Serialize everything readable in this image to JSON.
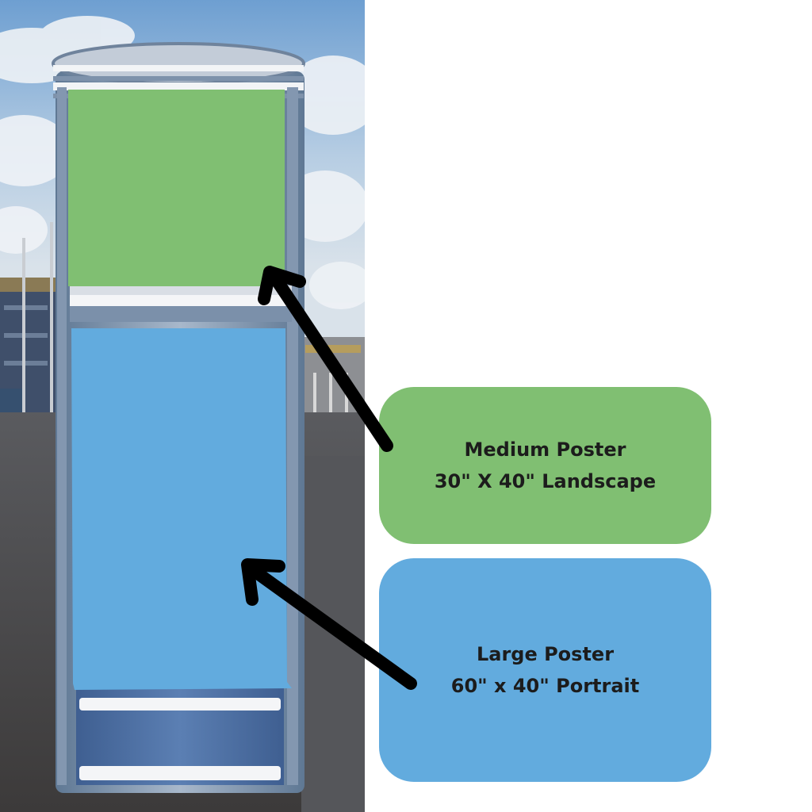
{
  "colors": {
    "medium_poster": "#80bf72",
    "large_poster": "#62abde",
    "arrow": "#000000",
    "sky": "#8fb3d6",
    "pavement": "#4a4a4c",
    "kiosk_frame": "#7d93ad",
    "kiosk_base": "#4e72a6"
  },
  "posters": {
    "medium": {
      "title": "Medium Poster",
      "size": "30\" X 40\" Landscape"
    },
    "large": {
      "title": "Large Poster",
      "size": "60\" x 40\" Portrait"
    }
  },
  "icons": {
    "medium_arrow": "arrow-icon",
    "large_arrow": "arrow-icon"
  }
}
